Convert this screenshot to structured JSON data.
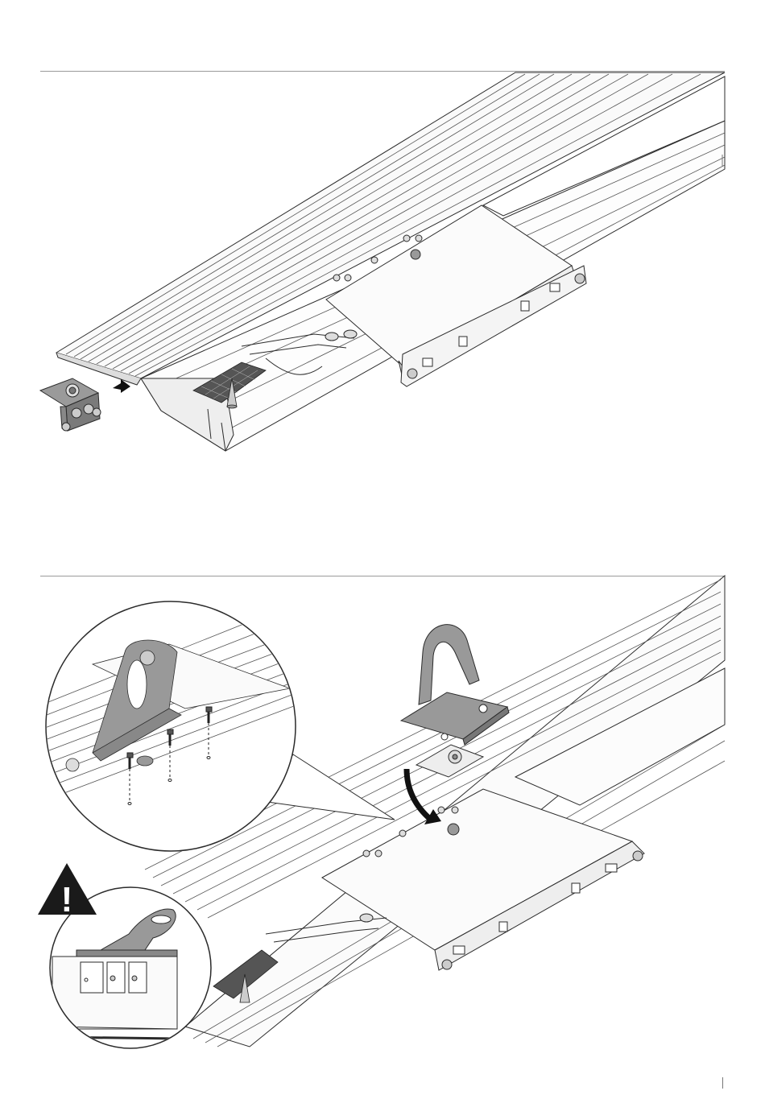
{
  "document": {
    "type": "assembly-instruction-page",
    "steps": [
      {
        "id": "step-1",
        "parts": [
          "track-profile",
          "carriage",
          "roller-bracket",
          "insert-arrow",
          "tension-wedge",
          "mesh-pad"
        ]
      },
      {
        "id": "step-2",
        "parts": [
          "mounting-plate",
          "fixing-screws",
          "rotation-arrow",
          "detail-magnifier",
          "warning-detail"
        ]
      }
    ],
    "warning": {
      "symbol": "!",
      "color": "#1a1a1a"
    },
    "colors": {
      "line": "#2b2b2b",
      "part_fill": "#9a9a9a",
      "part_dark": "#6e6e6e",
      "highlight": "#b0b0b0"
    }
  }
}
